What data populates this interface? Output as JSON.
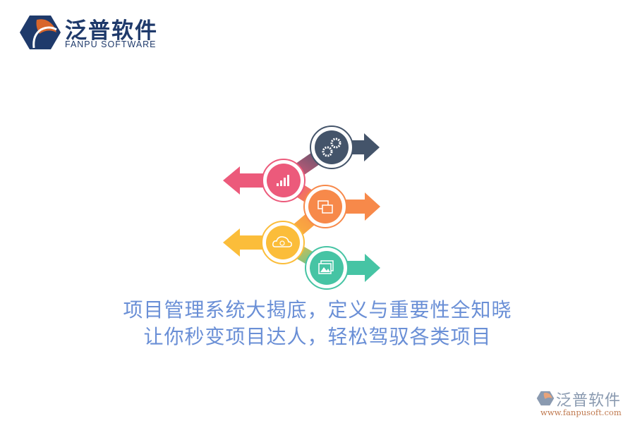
{
  "brand": {
    "name_cn": "泛普软件",
    "name_en": "FANPU SOFTWARE",
    "colors": {
      "navy": "#1f3a6b",
      "orange": "#d8662b"
    }
  },
  "infographic": {
    "steps": [
      {
        "icon": "gears-icon",
        "direction": "right",
        "color": "#44546a"
      },
      {
        "icon": "bar-chart-icon",
        "direction": "left",
        "color": "#ec5a7b"
      },
      {
        "icon": "screen-share-icon",
        "direction": "right",
        "color": "#f7894a"
      },
      {
        "icon": "cloud-sync-icon",
        "direction": "left",
        "color": "#fbbd3a"
      },
      {
        "icon": "image-gallery-icon",
        "direction": "right",
        "color": "#46c4a4"
      }
    ]
  },
  "headline": {
    "line1": "项目管理系统大揭底，定义与重要性全知晓",
    "line2": "让你秒变项目达人，轻松驾驭各类项目",
    "color": "#6a8fd6"
  },
  "watermark": {
    "name_cn": "泛普软件",
    "url": "www.fanpusoft.com"
  }
}
